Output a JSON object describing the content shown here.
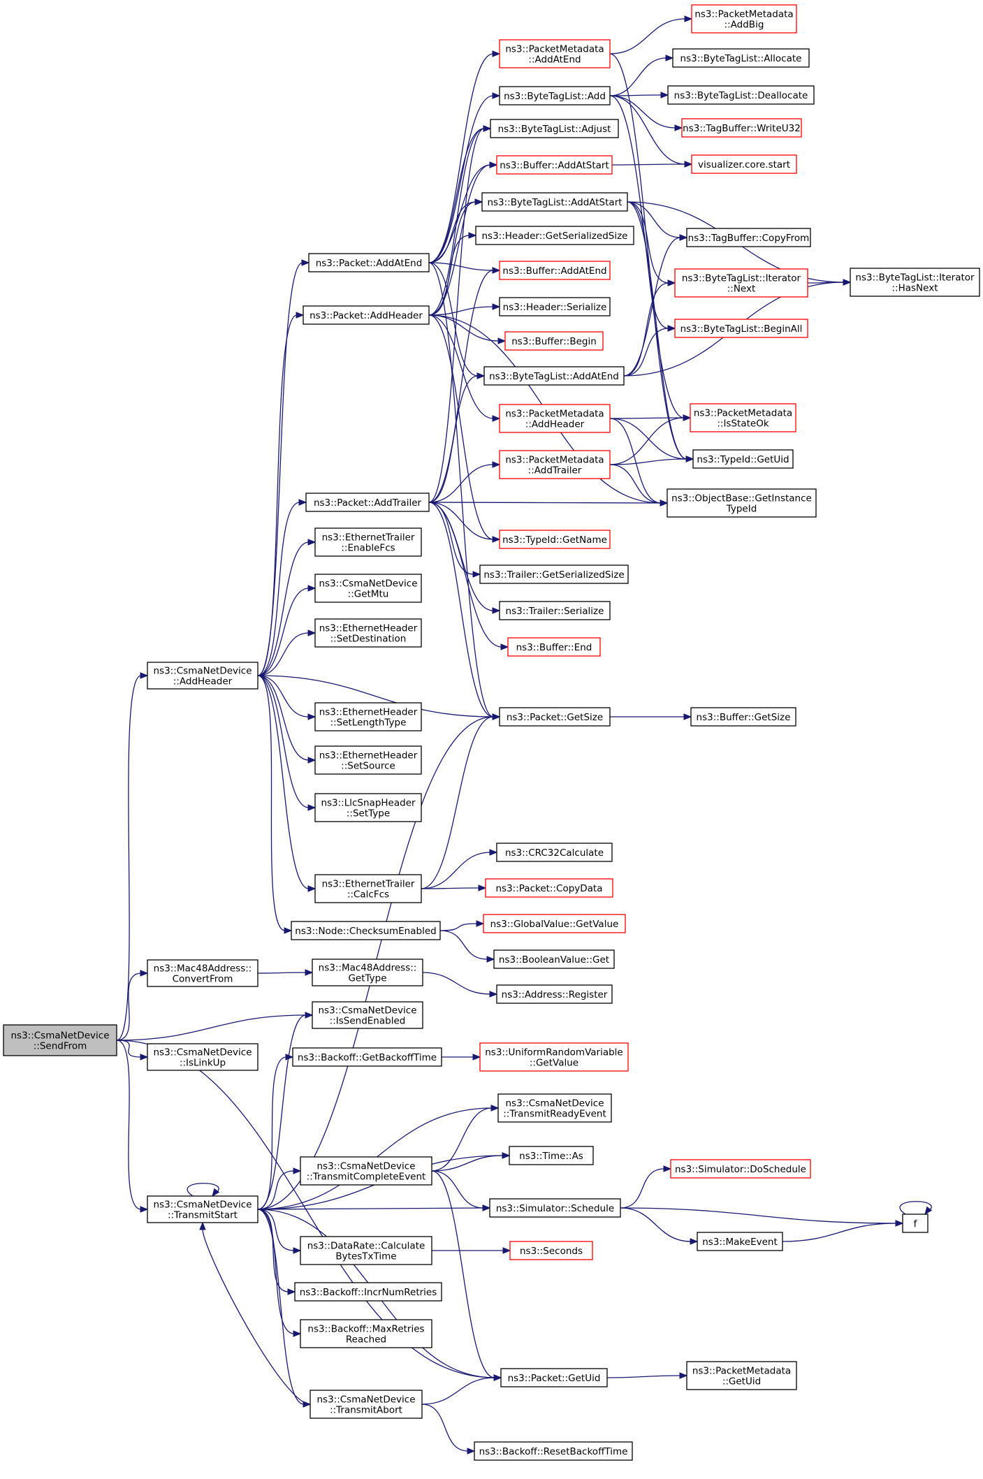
{
  "diagram": {
    "colors": {
      "edge": "#191970",
      "node_border": "#000000",
      "node_border_incomplete": "#ff0000",
      "root_fill": "#bfbfbf"
    },
    "nodes": [
      {
        "id": "sendfrom",
        "lines": [
          "ns3::CsmaNetDevice",
          "::SendFrom"
        ],
        "style": "root"
      },
      {
        "id": "addheader_dev",
        "lines": [
          "ns3::CsmaNetDevice",
          "::AddHeader"
        ],
        "style": "normal"
      },
      {
        "id": "mac48conv",
        "lines": [
          "ns3::Mac48Address::",
          "ConvertFrom"
        ],
        "style": "normal"
      },
      {
        "id": "issendenabled",
        "lines": [
          "ns3::CsmaNetDevice",
          "::IsSendEnabled"
        ],
        "style": "normal"
      },
      {
        "id": "islinkup",
        "lines": [
          "ns3::CsmaNetDevice",
          "::IsLinkUp"
        ],
        "style": "normal"
      },
      {
        "id": "transmitstart",
        "lines": [
          "ns3::CsmaNetDevice",
          "::TransmitStart"
        ],
        "style": "normal"
      },
      {
        "id": "packet_addatend",
        "lines": [
          "ns3::Packet::AddAtEnd"
        ],
        "style": "normal"
      },
      {
        "id": "packet_addheader",
        "lines": [
          "ns3::Packet::AddHeader"
        ],
        "style": "normal"
      },
      {
        "id": "packet_addtrailer",
        "lines": [
          "ns3::Packet::AddTrailer"
        ],
        "style": "normal"
      },
      {
        "id": "eth_enablefcs",
        "lines": [
          "ns3::EthernetTrailer",
          "::EnableFcs"
        ],
        "style": "normal"
      },
      {
        "id": "getmtu",
        "lines": [
          "ns3::CsmaNetDevice",
          "::GetMtu"
        ],
        "style": "normal"
      },
      {
        "id": "setdest",
        "lines": [
          "ns3::EthernetHeader",
          "::SetDestination"
        ],
        "style": "normal"
      },
      {
        "id": "setlentype",
        "lines": [
          "ns3::EthernetHeader",
          "::SetLengthType"
        ],
        "style": "normal"
      },
      {
        "id": "setsource",
        "lines": [
          "ns3::EthernetHeader",
          "::SetSource"
        ],
        "style": "normal"
      },
      {
        "id": "llcsettype",
        "lines": [
          "ns3::LlcSnapHeader",
          "::SetType"
        ],
        "style": "normal"
      },
      {
        "id": "calcfcs",
        "lines": [
          "ns3::EthernetTrailer",
          "::CalcFcs"
        ],
        "style": "normal"
      },
      {
        "id": "checksumenabled",
        "lines": [
          "ns3::Node::ChecksumEnabled"
        ],
        "style": "normal"
      },
      {
        "id": "mac48gettype",
        "lines": [
          "ns3::Mac48Address::",
          "GetType"
        ],
        "style": "normal"
      },
      {
        "id": "getbackofftime",
        "lines": [
          "ns3::Backoff::GetBackoffTime"
        ],
        "style": "normal"
      },
      {
        "id": "transmitcomplete",
        "lines": [
          "ns3::CsmaNetDevice",
          "::TransmitCompleteEvent"
        ],
        "style": "normal"
      },
      {
        "id": "datarate_calc",
        "lines": [
          "ns3::DataRate::Calculate",
          "BytesTxTime"
        ],
        "style": "normal"
      },
      {
        "id": "incrnumretries",
        "lines": [
          "ns3::Backoff::IncrNumRetries"
        ],
        "style": "normal"
      },
      {
        "id": "maxretries",
        "lines": [
          "ns3::Backoff::MaxRetries",
          "Reached"
        ],
        "style": "normal"
      },
      {
        "id": "transmitabort",
        "lines": [
          "ns3::CsmaNetDevice",
          "::TransmitAbort"
        ],
        "style": "normal"
      },
      {
        "id": "pm_addatend",
        "lines": [
          "ns3::PacketMetadata",
          "::AddAtEnd"
        ],
        "style": "incomplete"
      },
      {
        "id": "btl_add",
        "lines": [
          "ns3::ByteTagList::Add"
        ],
        "style": "normal"
      },
      {
        "id": "btl_adjust",
        "lines": [
          "ns3::ByteTagList::Adjust"
        ],
        "style": "normal"
      },
      {
        "id": "buf_addatstart",
        "lines": [
          "ns3::Buffer::AddAtStart"
        ],
        "style": "incomplete"
      },
      {
        "id": "btl_addatstart",
        "lines": [
          "ns3::ByteTagList::AddAtStart"
        ],
        "style": "normal"
      },
      {
        "id": "hdr_getsersize",
        "lines": [
          "ns3::Header::GetSerializedSize"
        ],
        "style": "normal"
      },
      {
        "id": "buf_addatend",
        "lines": [
          "ns3::Buffer::AddAtEnd"
        ],
        "style": "incomplete"
      },
      {
        "id": "hdr_serialize",
        "lines": [
          "ns3::Header::Serialize"
        ],
        "style": "normal"
      },
      {
        "id": "buf_begin",
        "lines": [
          "ns3::Buffer::Begin"
        ],
        "style": "incomplete"
      },
      {
        "id": "btl_addatend",
        "lines": [
          "ns3::ByteTagList::AddAtEnd"
        ],
        "style": "normal"
      },
      {
        "id": "pm_addheader",
        "lines": [
          "ns3::PacketMetadata",
          "::AddHeader"
        ],
        "style": "incomplete"
      },
      {
        "id": "pm_addtrailer",
        "lines": [
          "ns3::PacketMetadata",
          "::AddTrailer"
        ],
        "style": "incomplete"
      },
      {
        "id": "typeid_getname",
        "lines": [
          "ns3::TypeId::GetName"
        ],
        "style": "incomplete"
      },
      {
        "id": "trl_getsersize",
        "lines": [
          "ns3::Trailer::GetSerializedSize"
        ],
        "style": "normal"
      },
      {
        "id": "trl_serialize",
        "lines": [
          "ns3::Trailer::Serialize"
        ],
        "style": "normal"
      },
      {
        "id": "buf_end",
        "lines": [
          "ns3::Buffer::End"
        ],
        "style": "incomplete"
      },
      {
        "id": "packet_getsize",
        "lines": [
          "ns3::Packet::GetSize"
        ],
        "style": "normal"
      },
      {
        "id": "crc32",
        "lines": [
          "ns3::CRC32Calculate"
        ],
        "style": "normal"
      },
      {
        "id": "packet_copydata",
        "lines": [
          "ns3::Packet::CopyData"
        ],
        "style": "incomplete"
      },
      {
        "id": "gv_getvalue",
        "lines": [
          "ns3::GlobalValue::GetValue"
        ],
        "style": "incomplete"
      },
      {
        "id": "boolval_get",
        "lines": [
          "ns3::BooleanValue::Get"
        ],
        "style": "normal"
      },
      {
        "id": "addr_register",
        "lines": [
          "ns3::Address::Register"
        ],
        "style": "normal"
      },
      {
        "id": "urv_getvalue",
        "lines": [
          "ns3::UniformRandomVariable",
          "::GetValue"
        ],
        "style": "incomplete"
      },
      {
        "id": "transmitready",
        "lines": [
          "ns3::CsmaNetDevice",
          "::TransmitReadyEvent"
        ],
        "style": "normal"
      },
      {
        "id": "time_as",
        "lines": [
          "ns3::Time::As"
        ],
        "style": "normal"
      },
      {
        "id": "sim_schedule",
        "lines": [
          "ns3::Simulator::Schedule"
        ],
        "style": "normal"
      },
      {
        "id": "seconds",
        "lines": [
          "ns3::Seconds"
        ],
        "style": "incomplete"
      },
      {
        "id": "packet_getuid",
        "lines": [
          "ns3::Packet::GetUid"
        ],
        "style": "normal"
      },
      {
        "id": "backoff_reset",
        "lines": [
          "ns3::Backoff::ResetBackoffTime"
        ],
        "style": "normal"
      },
      {
        "id": "pm_addbig",
        "lines": [
          "ns3::PacketMetadata",
          "::AddBig"
        ],
        "style": "incomplete"
      },
      {
        "id": "btl_allocate",
        "lines": [
          "ns3::ByteTagList::Allocate"
        ],
        "style": "normal"
      },
      {
        "id": "btl_deallocate",
        "lines": [
          "ns3::ByteTagList::Deallocate"
        ],
        "style": "normal"
      },
      {
        "id": "tagbuf_writeu32",
        "lines": [
          "ns3::TagBuffer::WriteU32"
        ],
        "style": "incomplete"
      },
      {
        "id": "viz_start",
        "lines": [
          "visualizer.core.start"
        ],
        "style": "incomplete"
      },
      {
        "id": "tagbuf_copyfrom",
        "lines": [
          "ns3::TagBuffer::CopyFrom"
        ],
        "style": "normal"
      },
      {
        "id": "btl_iter_next",
        "lines": [
          "ns3::ByteTagList::Iterator",
          "::Next"
        ],
        "style": "incomplete"
      },
      {
        "id": "btl_beginall",
        "lines": [
          "ns3::ByteTagList::BeginAll"
        ],
        "style": "incomplete"
      },
      {
        "id": "pm_isstateok",
        "lines": [
          "ns3::PacketMetadata",
          "::IsStateOk"
        ],
        "style": "incomplete"
      },
      {
        "id": "typeid_getuid",
        "lines": [
          "ns3::TypeId::GetUid"
        ],
        "style": "normal"
      },
      {
        "id": "objbase_getinst",
        "lines": [
          "ns3::ObjectBase::GetInstance",
          "TypeId"
        ],
        "style": "normal"
      },
      {
        "id": "buf_getsize",
        "lines": [
          "ns3::Buffer::GetSize"
        ],
        "style": "normal"
      },
      {
        "id": "sim_doschedule",
        "lines": [
          "ns3::Simulator::DoSchedule"
        ],
        "style": "incomplete"
      },
      {
        "id": "makeevent",
        "lines": [
          "ns3::MakeEvent"
        ],
        "style": "normal"
      },
      {
        "id": "f",
        "lines": [
          "f"
        ],
        "style": "normal"
      },
      {
        "id": "btl_iter_hasnext",
        "lines": [
          "ns3::ByteTagList::Iterator",
          "::HasNext"
        ],
        "style": "normal"
      },
      {
        "id": "pm_getuid",
        "lines": [
          "ns3::PacketMetadata",
          "::GetUid"
        ],
        "style": "normal"
      }
    ],
    "edges": [
      [
        "sendfrom",
        "addheader_dev"
      ],
      [
        "sendfrom",
        "mac48conv"
      ],
      [
        "sendfrom",
        "issendenabled"
      ],
      [
        "sendfrom",
        "islinkup"
      ],
      [
        "sendfrom",
        "transmitstart"
      ],
      [
        "sendfrom",
        "packet_getuid"
      ],
      [
        "addheader_dev",
        "packet_addatend"
      ],
      [
        "addheader_dev",
        "packet_addheader"
      ],
      [
        "addheader_dev",
        "packet_addtrailer"
      ],
      [
        "addheader_dev",
        "eth_enablefcs"
      ],
      [
        "addheader_dev",
        "getmtu"
      ],
      [
        "addheader_dev",
        "setdest"
      ],
      [
        "addheader_dev",
        "packet_getsize"
      ],
      [
        "addheader_dev",
        "setlentype"
      ],
      [
        "addheader_dev",
        "setsource"
      ],
      [
        "addheader_dev",
        "llcsettype"
      ],
      [
        "addheader_dev",
        "calcfcs"
      ],
      [
        "addheader_dev",
        "checksumenabled"
      ],
      [
        "packet_addatend",
        "pm_addatend"
      ],
      [
        "packet_addatend",
        "btl_add"
      ],
      [
        "packet_addatend",
        "btl_adjust"
      ],
      [
        "packet_addatend",
        "buf_addatstart"
      ],
      [
        "packet_addatend",
        "btl_addatstart"
      ],
      [
        "packet_addatend",
        "buf_addatend"
      ],
      [
        "packet_addatend",
        "btl_addatend"
      ],
      [
        "packet_addatend",
        "packet_getsize"
      ],
      [
        "packet_addheader",
        "btl_adjust"
      ],
      [
        "packet_addheader",
        "buf_addatstart"
      ],
      [
        "packet_addheader",
        "btl_addatstart"
      ],
      [
        "packet_addheader",
        "hdr_getsersize"
      ],
      [
        "packet_addheader",
        "hdr_serialize"
      ],
      [
        "packet_addheader",
        "buf_begin"
      ],
      [
        "packet_addheader",
        "pm_addheader"
      ],
      [
        "packet_addheader",
        "typeid_getname"
      ],
      [
        "packet_addheader",
        "objbase_getinst"
      ],
      [
        "packet_addtrailer",
        "btl_adjust"
      ],
      [
        "packet_addtrailer",
        "buf_addatend"
      ],
      [
        "packet_addtrailer",
        "btl_addatend"
      ],
      [
        "packet_addtrailer",
        "pm_addtrailer"
      ],
      [
        "packet_addtrailer",
        "typeid_getname"
      ],
      [
        "packet_addtrailer",
        "trl_getsersize"
      ],
      [
        "packet_addtrailer",
        "trl_serialize"
      ],
      [
        "packet_addtrailer",
        "buf_end"
      ],
      [
        "packet_addtrailer",
        "packet_getsize"
      ],
      [
        "packet_addtrailer",
        "objbase_getinst"
      ],
      [
        "calcfcs",
        "crc32"
      ],
      [
        "calcfcs",
        "packet_copydata"
      ],
      [
        "calcfcs",
        "packet_getsize"
      ],
      [
        "checksumenabled",
        "gv_getvalue"
      ],
      [
        "checksumenabled",
        "boolval_get"
      ],
      [
        "mac48conv",
        "mac48gettype"
      ],
      [
        "mac48gettype",
        "addr_register"
      ],
      [
        "transmitstart",
        "issendenabled"
      ],
      [
        "transmitstart",
        "getbackofftime"
      ],
      [
        "transmitstart",
        "transmitready"
      ],
      [
        "transmitstart",
        "time_as"
      ],
      [
        "transmitstart",
        "transmitcomplete"
      ],
      [
        "transmitstart",
        "sim_schedule"
      ],
      [
        "transmitstart",
        "datarate_calc"
      ],
      [
        "transmitstart",
        "incrnumretries"
      ],
      [
        "transmitstart",
        "maxretries"
      ],
      [
        "transmitstart",
        "packet_getuid"
      ],
      [
        "transmitstart",
        "transmitabort"
      ],
      [
        "transmitstart",
        "transmitstart"
      ],
      [
        "transmitstart",
        "packet_getsize"
      ],
      [
        "getbackofftime",
        "urv_getvalue"
      ],
      [
        "transmitcomplete",
        "transmitready"
      ],
      [
        "transmitcomplete",
        "time_as"
      ],
      [
        "transmitcomplete",
        "sim_schedule"
      ],
      [
        "transmitcomplete",
        "packet_getuid"
      ],
      [
        "datarate_calc",
        "seconds"
      ],
      [
        "transmitabort",
        "packet_getuid"
      ],
      [
        "transmitabort",
        "backoff_reset"
      ],
      [
        "transmitabort",
        "transmitstart"
      ],
      [
        "sim_schedule",
        "sim_doschedule"
      ],
      [
        "sim_schedule",
        "makeevent"
      ],
      [
        "sim_schedule",
        "f"
      ],
      [
        "makeevent",
        "f"
      ],
      [
        "f",
        "f"
      ],
      [
        "packet_getsize",
        "buf_getsize"
      ],
      [
        "packet_getuid",
        "pm_getuid"
      ],
      [
        "pm_addatend",
        "pm_addbig"
      ],
      [
        "pm_addatend",
        "typeid_getuid"
      ],
      [
        "btl_add",
        "btl_allocate"
      ],
      [
        "btl_add",
        "btl_deallocate"
      ],
      [
        "btl_add",
        "tagbuf_writeu32"
      ],
      [
        "btl_add",
        "viz_start"
      ],
      [
        "btl_add",
        "pm_isstateok"
      ],
      [
        "buf_addatstart",
        "viz_start"
      ],
      [
        "btl_addatstart",
        "btl_iter_hasnext"
      ],
      [
        "btl_addatstart",
        "tagbuf_copyfrom"
      ],
      [
        "btl_addatstart",
        "btl_iter_next"
      ],
      [
        "btl_addatstart",
        "btl_beginall"
      ],
      [
        "btl_addatstart",
        "typeid_getuid"
      ],
      [
        "btl_addatend",
        "tagbuf_copyfrom"
      ],
      [
        "btl_addatend",
        "btl_iter_next"
      ],
      [
        "btl_addatend",
        "btl_beginall"
      ],
      [
        "btl_addatend",
        "btl_iter_hasnext"
      ],
      [
        "btl_iter_next",
        "btl_iter_hasnext"
      ],
      [
        "pm_addheader",
        "pm_isstateok"
      ],
      [
        "pm_addheader",
        "typeid_getuid"
      ],
      [
        "pm_addheader",
        "objbase_getinst"
      ],
      [
        "pm_addtrailer",
        "pm_isstateok"
      ],
      [
        "pm_addtrailer",
        "typeid_getuid"
      ],
      [
        "pm_addtrailer",
        "objbase_getinst"
      ]
    ]
  }
}
